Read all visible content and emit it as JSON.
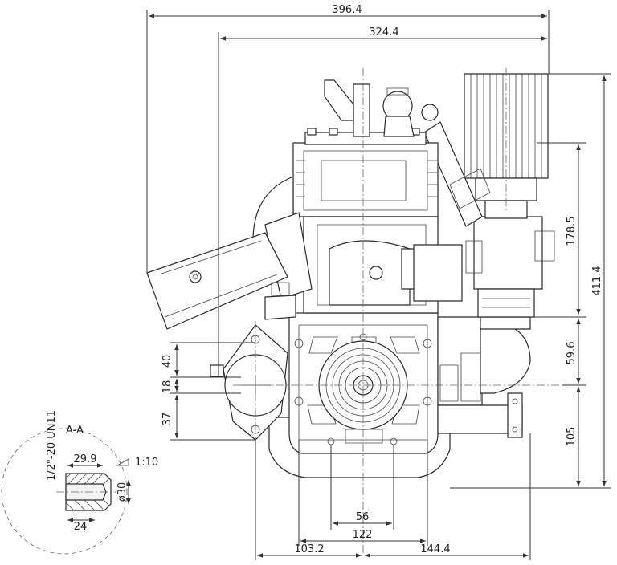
{
  "dimensions": {
    "overall_width": "396.4",
    "frame_width": "324.4",
    "height_filter_to_top": "178.5",
    "overall_height": "411.4",
    "mount_offset": "59.6",
    "shaft_height": "105",
    "flange_40": "40",
    "flange_18": "18",
    "flange_37": "37",
    "bolt_spacing_56": "56",
    "bolt_spacing_122": "122",
    "left_offset": "103.2",
    "right_offset": "144.4"
  },
  "section_detail": {
    "title": "A-A",
    "thread": "1/2\"-20 UN11",
    "length_29_9": "29.9",
    "taper": "1:10",
    "diameter": "ø30",
    "length_24": "24"
  }
}
